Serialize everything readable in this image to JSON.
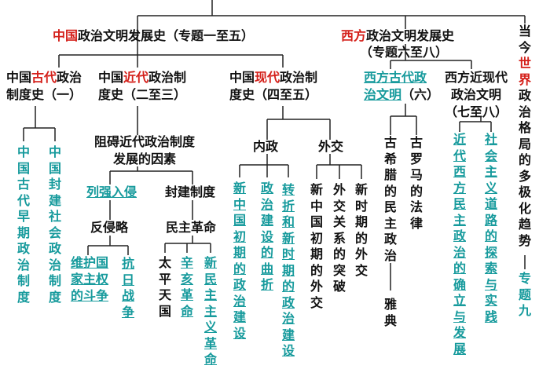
{
  "colors": {
    "accent_red": "#d4201a",
    "accent_teal": "#169a9c"
  },
  "china": {
    "red": "中国",
    "rest": "政治文明发展史（专题一至五）"
  },
  "west": {
    "red": "西方",
    "rest": "政治文明发展史",
    "sub": "（专题六至八）"
  },
  "world": {
    "a": "当今",
    "red": "世界",
    "b": "政治格局的多极化趋势",
    "topic": "专题九"
  },
  "ancient_cn": {
    "a": "中国",
    "red": "古代",
    "b": "政治",
    "line2": "制度史（一）",
    "items": [
      "中国古代早期政治制度",
      "中国封建社会政治制度"
    ]
  },
  "modern_cn": {
    "a": "中国",
    "red": "近代",
    "b": "政治制",
    "line2": "度史（二至三）",
    "factor": [
      "阻碍近代政治制度",
      "发展的因素"
    ],
    "invasion": "列强入侵",
    "feudal": "封建制度",
    "anti": "反侵略",
    "anti_items": [
      "维护国",
      "家主权",
      "的斗争"
    ],
    "anti_war": "抗日战争",
    "revolution": "民主革命",
    "rev_items": [
      "太平天国",
      "辛亥革命",
      "新民主主义革命"
    ]
  },
  "contemp_cn": {
    "a": "中国",
    "red": "现代",
    "b": "政治制",
    "line2": "度史（四至五）",
    "domestic": "内政",
    "foreign": "外交",
    "domestic_items": [
      "新中国初期的政治建设",
      "政治建设的曲折",
      "转折和新时期的政治建设"
    ],
    "foreign_items": [
      "新中国初期的外交",
      "外交关系的突破",
      "新时期的外交"
    ]
  },
  "west_ancient": {
    "line1": "西方古代政",
    "line2a": "治文明",
    "line2b": "（六）",
    "greece": "古希腊的民主政治",
    "athens": "雅典",
    "rome": "古罗马的法律"
  },
  "west_modern": {
    "line1": "西方近现代",
    "line2": "政治文明",
    "line3": "（七至八）",
    "items": [
      "近代西方民主政治的确立与发展",
      "社会主义道路的探索与实践"
    ]
  }
}
